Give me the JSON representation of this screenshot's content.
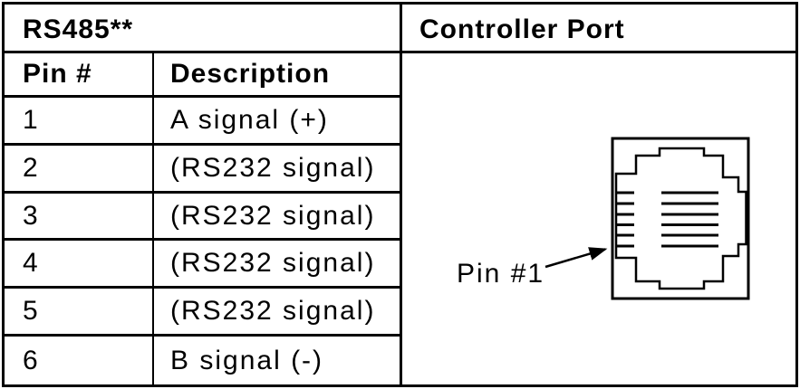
{
  "page": {
    "background": "#ffffff",
    "line_color": "#000000"
  },
  "left_table": {
    "title": "RS485**",
    "columns": {
      "pin": "Pin #",
      "description": "Description"
    },
    "rows": [
      {
        "pin": "1",
        "description": "A signal (+)"
      },
      {
        "pin": "2",
        "description": "(RS232 signal)"
      },
      {
        "pin": "3",
        "description": "(RS232 signal)"
      },
      {
        "pin": "4",
        "description": "(RS232 signal)"
      },
      {
        "pin": "5",
        "description": "(RS232 signal)"
      },
      {
        "pin": "6",
        "description": "B signal (-)"
      }
    ]
  },
  "right_panel": {
    "title": "Controller Port",
    "pin_label": "Pin #1",
    "diagram": "rj12-modular-jack-front-view",
    "contact_count": 6
  }
}
